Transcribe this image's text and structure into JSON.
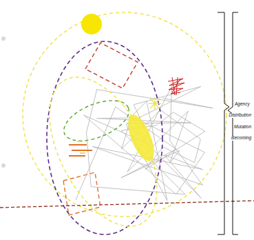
{
  "diagram": {
    "labels": [
      "Agency",
      "Distribution",
      "Mutation",
      "Becoming"
    ]
  }
}
